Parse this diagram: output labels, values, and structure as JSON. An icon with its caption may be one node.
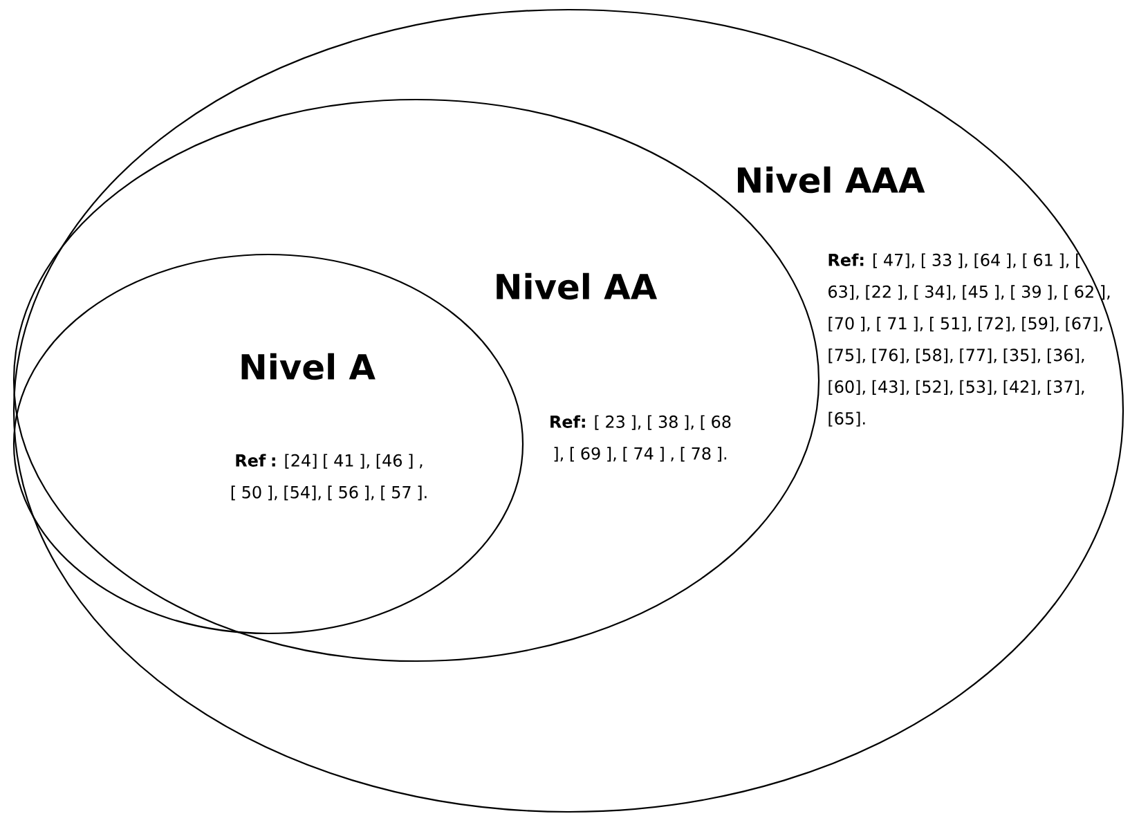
{
  "diagram": {
    "nodes": [
      {
        "text": [
          "Nivel AAA",
          "**Ref:** [ 47], [ 33 ], [64 ], [ 61 ], [ 63], [22 ], [ 34], [45 ], [ 39 ], [ 62 ], [70 ], [ 71 ], [ 51], [72], [59], [67], [75], [76], [58], [77], [35], [36], [60], [43], [52], [53], [42], [37], [65]."
        ]
      },
      {
        "text": [
          "Nivel AA",
          "**Ref:** [ 23 ], [ 38 ], [ 68 ], [ 69 ], [ 74 ] , [ 78 ]."
        ],
        "in": 0
      },
      {
        "text": [
          "Nivel A",
          "**Ref :** [24] [ 41 ], [46 ] , [ 50 ], [54], [ 56 ], [ 57 ]."
        ],
        "in": 1
      }
    ]
  }
}
